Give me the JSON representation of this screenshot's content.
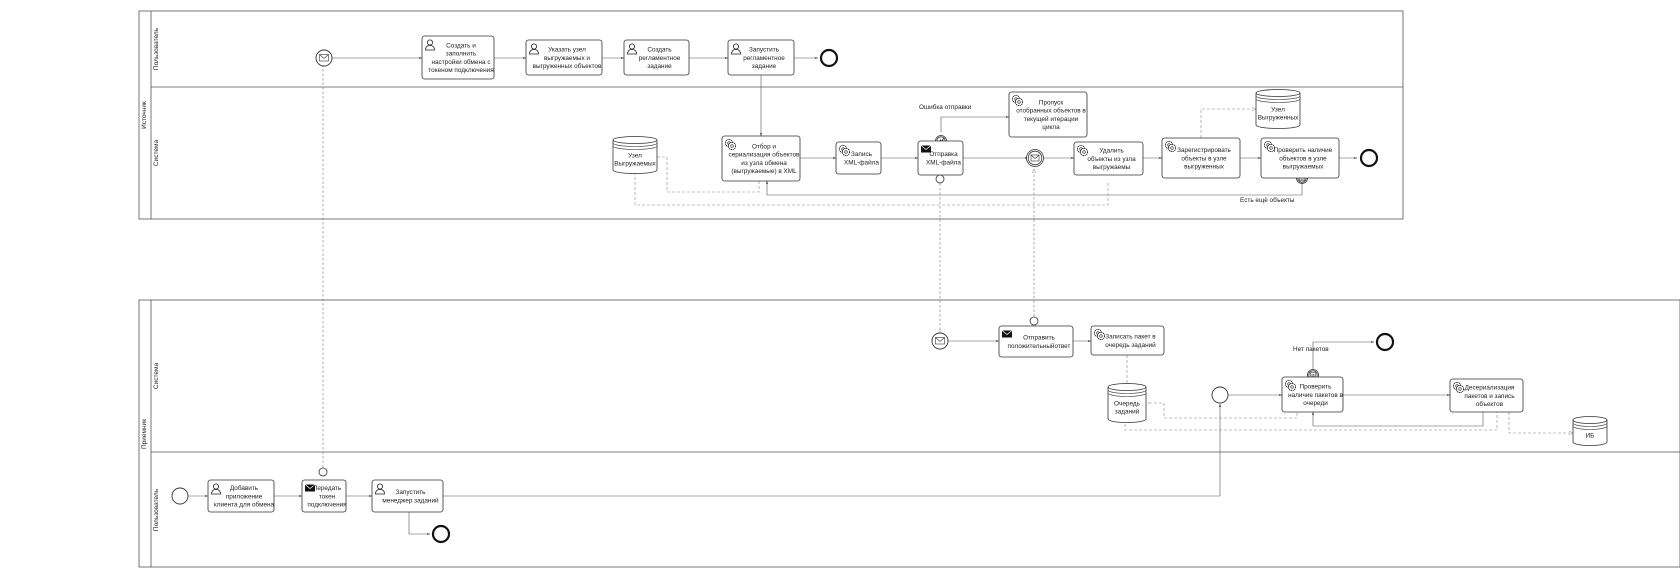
{
  "pools": [
    {
      "id": "source",
      "label": "Источник",
      "lanes": [
        {
          "id": "src-user",
          "label": "Пользователь"
        },
        {
          "id": "src-system",
          "label": "Система"
        }
      ]
    },
    {
      "id": "receiver",
      "label": "Приемник",
      "lanes": [
        {
          "id": "rcv-system",
          "label": "Система"
        },
        {
          "id": "rcv-user",
          "label": "Пользователь"
        }
      ]
    }
  ],
  "tasks": [
    {
      "id": "t1",
      "kind": "user",
      "lines": [
        "Создать и",
        "заполнить",
        "настройки обмена с",
        "токеном подключения"
      ]
    },
    {
      "id": "t2",
      "kind": "user",
      "lines": [
        "Указать узел",
        "выгружаемых и",
        "выгруженных объектов"
      ]
    },
    {
      "id": "t3",
      "kind": "user",
      "lines": [
        "Создать",
        "регламентное",
        "задание"
      ]
    },
    {
      "id": "t4",
      "kind": "user",
      "lines": [
        "Запустить",
        "регламентное",
        "задание"
      ]
    },
    {
      "id": "t5",
      "kind": "service",
      "lines": [
        "Отбор и",
        "сериализация объектов",
        "из узла обмена",
        "(выгружаемые) в XML"
      ]
    },
    {
      "id": "t6",
      "kind": "service",
      "lines": [
        "Запись",
        "XML-файла"
      ]
    },
    {
      "id": "t7",
      "kind": "send",
      "lines": [
        "Отправка",
        "XML-файла"
      ]
    },
    {
      "id": "t8",
      "kind": "service",
      "lines": [
        "Пропуск",
        "отобранных объектов в",
        "текущей итерации",
        "цикла"
      ]
    },
    {
      "id": "t9",
      "kind": "service",
      "lines": [
        "Удалить",
        "объекты из узла",
        "выгружаемы"
      ]
    },
    {
      "id": "t10",
      "kind": "service",
      "lines": [
        "Зарегистрировать",
        "объекты в узле",
        "выгруженных"
      ]
    },
    {
      "id": "t11",
      "kind": "service",
      "lines": [
        "Проверить наличие",
        "объектов в узле",
        "выгружаемых"
      ]
    },
    {
      "id": "t12",
      "kind": "send",
      "lines": [
        "Отправить",
        "положительныйответ"
      ]
    },
    {
      "id": "t13",
      "kind": "service",
      "lines": [
        "Записать пакет в",
        "очередь заданий"
      ]
    },
    {
      "id": "t14",
      "kind": "service",
      "lines": [
        "Проверить",
        "наличие пакетов в",
        "очереди"
      ]
    },
    {
      "id": "t15",
      "kind": "service",
      "lines": [
        "Десериализация",
        "пакетов и запись",
        "объектов"
      ]
    },
    {
      "id": "t16",
      "kind": "user",
      "lines": [
        "Добавить",
        "приложение",
        "клиента для обмена"
      ]
    },
    {
      "id": "t17",
      "kind": "send",
      "lines": [
        "Передать",
        "токен",
        "подключения"
      ]
    },
    {
      "id": "t18",
      "kind": "user",
      "lines": [
        "Запустить",
        "менеджер заданий"
      ]
    }
  ],
  "stores": [
    {
      "id": "s1",
      "lines": [
        "Узел",
        "Выгружаемых"
      ]
    },
    {
      "id": "s2",
      "lines": [
        "Узел",
        "Выгруженных"
      ]
    },
    {
      "id": "s3",
      "lines": [
        "Очередь",
        "заданий"
      ]
    },
    {
      "id": "s4",
      "lines": [
        "ИБ"
      ]
    }
  ],
  "labels": {
    "send_error": "Ошибка отправки",
    "more_objects": "Есть ещё объекты",
    "no_packages": "Нет пакетов"
  },
  "colors": {
    "stroke": "#333333",
    "fill": "#ffffff",
    "dashed": "#888888"
  }
}
